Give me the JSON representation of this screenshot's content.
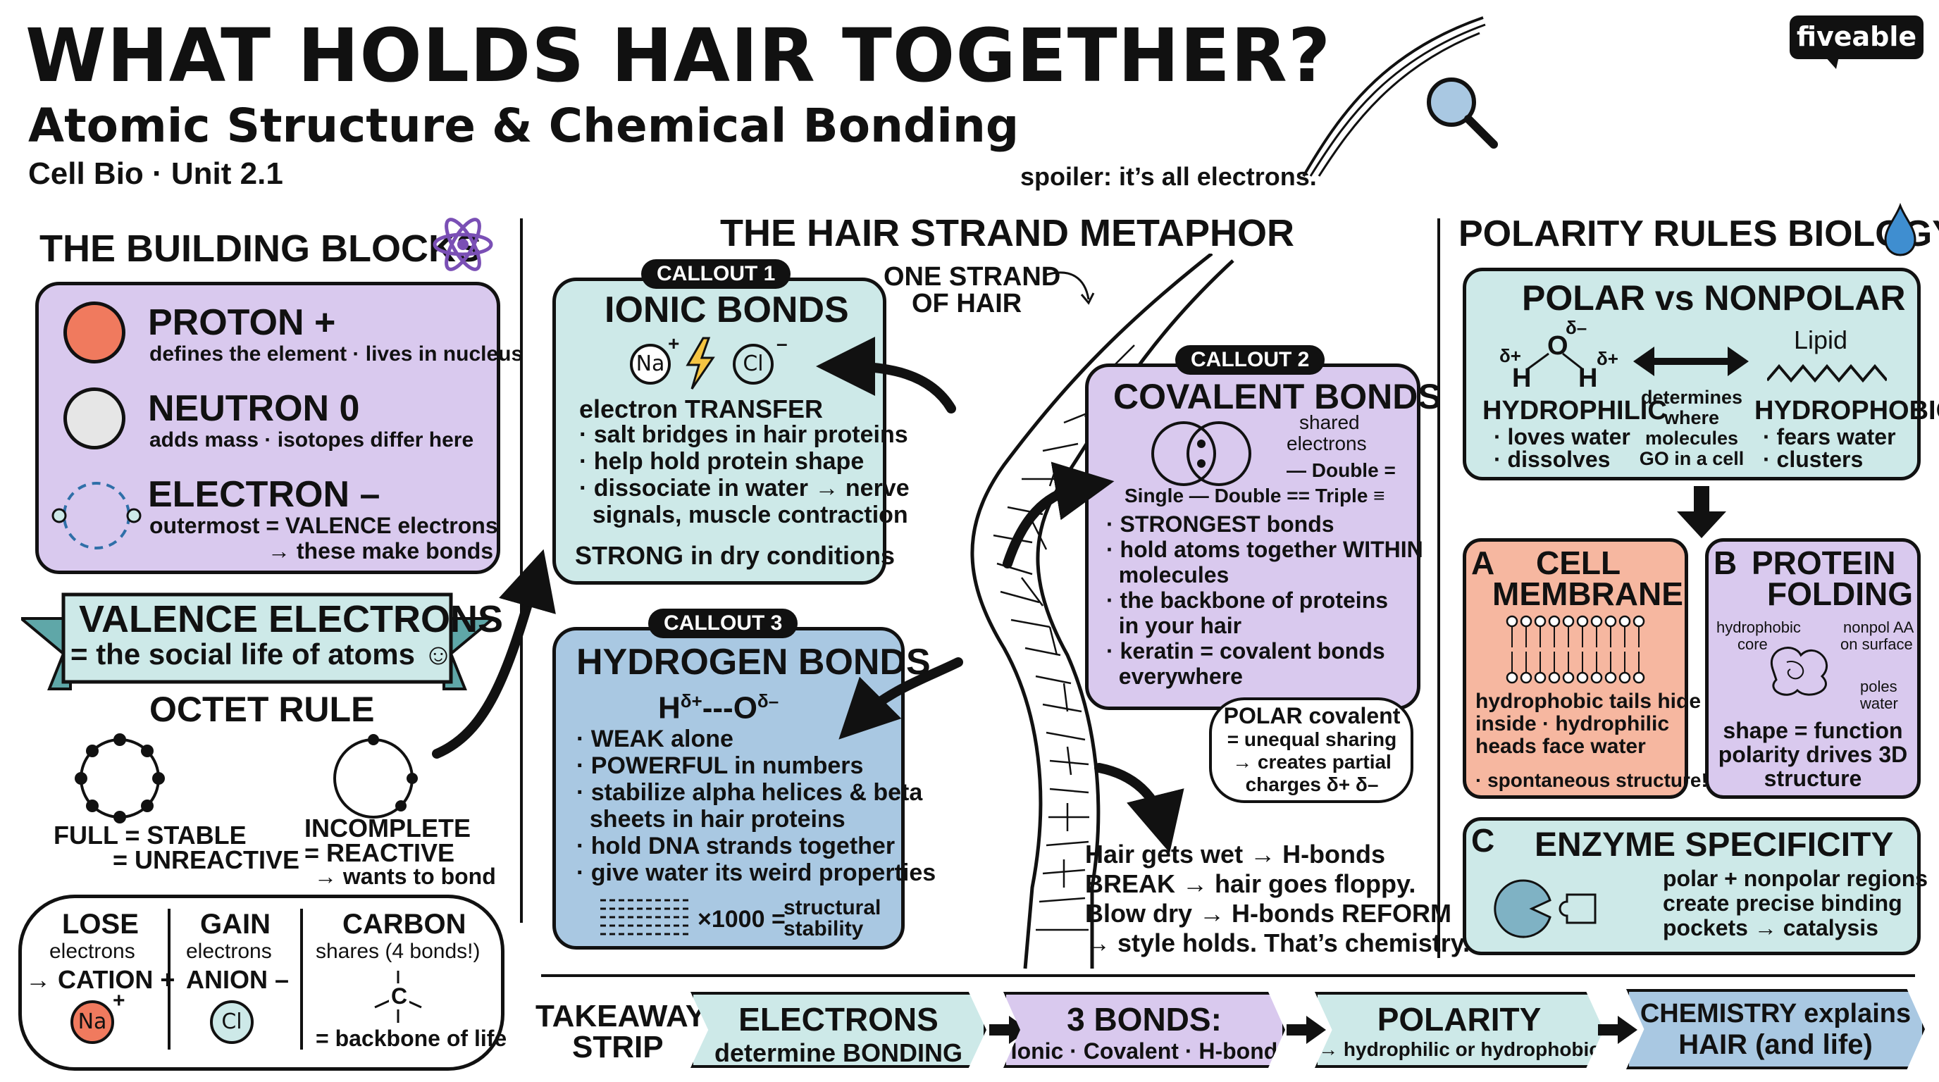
{
  "header": {
    "title": "WHAT HOLDS HAIR TOGETHER?",
    "subtitle": "Atomic Structure & Chemical Bonding",
    "course": "Cell Bio · Unit 2.1",
    "spoiler": "spoiler: it’s all electrons.",
    "brand": "fiveable"
  },
  "building_blocks": {
    "heading": "THE BUILDING BLOCKS",
    "proton": {
      "name": "PROTON +",
      "desc": "defines the element · lives in nucleus",
      "color": "#f07a5e"
    },
    "neutron": {
      "name": "NEUTRON 0",
      "desc": "adds mass · isotopes differ here",
      "color": "#e6e6e6"
    },
    "electron": {
      "name": "ELECTRON –",
      "desc1": "outermost = VALENCE electrons",
      "desc2": "→ these make bonds"
    },
    "valence_banner": {
      "line1": "VALENCE ELECTRONS",
      "line2": "= the social life of atoms ☺"
    },
    "octet": {
      "heading": "OCTET RULE",
      "full1": "FULL = STABLE",
      "full2": "= UNREACTIVE",
      "inc1": "INCOMPLETE",
      "inc2": "= REACTIVE",
      "inc3": "→ wants to bond"
    },
    "ions": {
      "lose": {
        "h": "LOSE",
        "s": "electrons",
        "r": "→ CATION +",
        "atom": "Na",
        "charge": "+"
      },
      "gain": {
        "h": "GAIN",
        "s": "electrons",
        "r": "ANION –",
        "atom": "Cl",
        "charge": "–"
      },
      "carbon": {
        "h": "CARBON",
        "s": "shares (4 bonds!)",
        "c": "C",
        "r": "= backbone of life"
      }
    }
  },
  "metaphor": {
    "heading": "THE HAIR STRAND METAPHOR",
    "strand_label1": "ONE STRAND",
    "strand_label2": "OF HAIR",
    "callout1": {
      "tag": "CALLOUT 1",
      "title": "IONIC BONDS",
      "na": "Na",
      "na_charge": "+",
      "cl": "Cl",
      "cl_charge": "–",
      "lead": "electron TRANSFER",
      "items": [
        "· salt bridges in hair proteins",
        "· help hold protein shape",
        "· dissociate in water → nerve",
        "  signals, muscle contraction"
      ],
      "foot": "STRONG in dry conditions"
    },
    "callout2": {
      "tag": "CALLOUT 2",
      "title": "COVALENT BONDS",
      "shared1": "shared",
      "shared2": "electrons",
      "double": "— Double =",
      "types": "Single — Double == Triple ≡",
      "items": [
        "· STRONGEST bonds",
        "· hold atoms together WITHIN",
        "  molecules",
        "· the backbone of proteins",
        "  in your hair",
        "· keratin = covalent bonds",
        "  everywhere"
      ],
      "polar": [
        "POLAR covalent",
        "= unequal sharing",
        "→ creates partial",
        "charges δ+ δ–"
      ]
    },
    "callout3": {
      "tag": "CALLOUT 3",
      "title": "HYDROGEN BONDS",
      "formula": "H",
      "formula_mid": "---O",
      "formula_sup1": "δ+",
      "formula_sup2": "δ–",
      "items": [
        "· WEAK alone",
        "· POWERFUL in numbers",
        "· stabilize alpha helices & beta",
        "  sheets in hair proteins",
        "· hold DNA strands together",
        "· give water its weird properties"
      ],
      "multiplier": "×1000 =",
      "struct1": "structural",
      "struct2": "stability"
    },
    "wet_note": [
      "Hair gets wet → H-bonds",
      "BREAK → hair goes floppy.",
      "Blow dry → H-bonds REFORM",
      "→ style holds. That’s chemistry."
    ]
  },
  "polarity": {
    "heading": "POLARITY RULES BIOLOGY",
    "panel": {
      "title": "POLAR vs NONPOLAR",
      "lipid": "Lipid",
      "water": {
        "o": "O",
        "h": "H",
        "d_minus": "δ–",
        "d_plus": "δ+"
      },
      "hydrophilic": "HYDROPHILIC",
      "hphil_items": [
        "· loves water",
        "· dissolves"
      ],
      "determines": [
        "determines",
        "where",
        "molecules",
        "GO in a cell"
      ],
      "hydrophobic": "HYDROPHOBIC",
      "hphob_items": [
        "· fears water",
        "· clusters"
      ]
    },
    "a": {
      "letter": "A",
      "title1": "CELL",
      "title2": "MEMBRANE",
      "desc": [
        "hydrophobic tails hide",
        "inside · hydrophilic",
        "heads face water"
      ],
      "foot": "· spontaneous structure!"
    },
    "b": {
      "letter": "B",
      "title1": "PROTEIN",
      "title2": "FOLDING",
      "core1": "hydrophobic",
      "core2": "core",
      "np1": "nonpol AA",
      "np2": "on surface",
      "poles1": "poles",
      "poles2": "water",
      "desc": [
        "shape = function",
        "polarity drives 3D",
        "structure"
      ]
    },
    "c": {
      "letter": "C",
      "title": "ENZYME SPECIFICITY",
      "desc": [
        "polar + nonpolar regions",
        "create precise binding",
        "pockets → catalysis"
      ]
    }
  },
  "takeaway": {
    "label1": "TAKEAWAY",
    "label2": "STRIP",
    "steps": [
      {
        "l1": "ELECTRONS",
        "l2": "determine BONDING",
        "color": "#cde9e8"
      },
      {
        "l1": "3 BONDS:",
        "l2": "Ionic · Covalent · H-bond",
        "color": "#d9c9ee"
      },
      {
        "l1": "POLARITY",
        "l2": "→ hydrophilic or hydrophobic",
        "color": "#cde9e8"
      },
      {
        "l1": "CHEMISTRY explains",
        "l2": "HAIR (and life)",
        "color": "#a9c8e2"
      }
    ]
  },
  "colors": {
    "purple": "#d9c9ee",
    "teal": "#cde9e8",
    "blue": "#a9c8e2",
    "salmon": "#f6b7a0",
    "ink": "#111111"
  }
}
